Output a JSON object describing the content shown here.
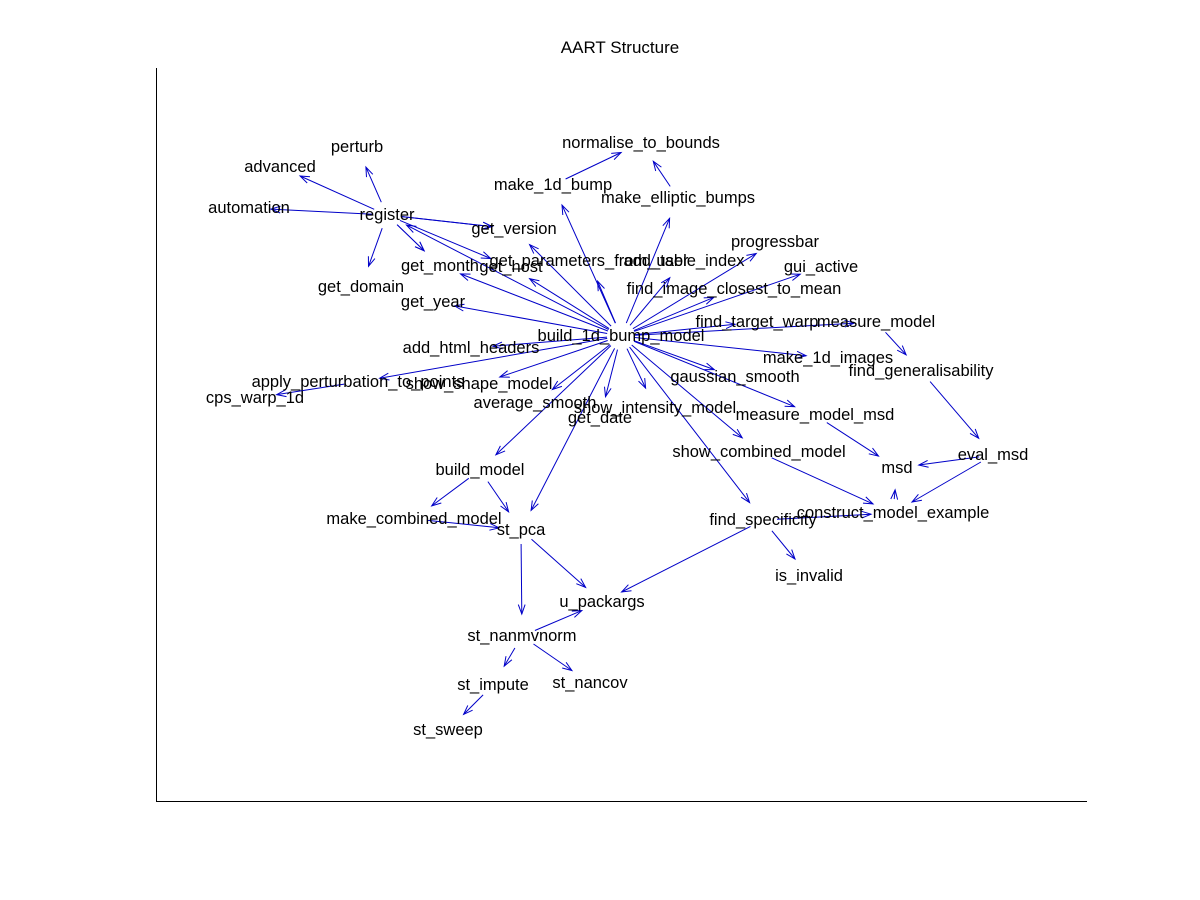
{
  "title": "AART Structure",
  "colors": {
    "edge": "#0000c8",
    "axis": "#000000",
    "text": "#000000",
    "background": "#ffffff"
  },
  "nodes": [
    {
      "id": "perturb",
      "label": "perturb"
    },
    {
      "id": "advanced",
      "label": "advanced"
    },
    {
      "id": "automation",
      "label": "automation"
    },
    {
      "id": "register",
      "label": "register"
    },
    {
      "id": "get_domain",
      "label": "get_domain"
    },
    {
      "id": "get_month",
      "label": "get_month"
    },
    {
      "id": "get_host",
      "label": "get_host"
    },
    {
      "id": "get_year",
      "label": "get_year"
    },
    {
      "id": "normalise_to_bounds",
      "label": "normalise_to_bounds"
    },
    {
      "id": "make_1d_bump",
      "label": "make_1d_bump"
    },
    {
      "id": "make_elliptic_bumps",
      "label": "make_elliptic_bumps"
    },
    {
      "id": "get_version",
      "label": "get_version"
    },
    {
      "id": "get_parameters_from_user",
      "label": "get_parameters_from_user"
    },
    {
      "id": "add_table_index",
      "label": "add_table_index"
    },
    {
      "id": "progressbar",
      "label": "progressbar"
    },
    {
      "id": "gui_active",
      "label": "gui_active"
    },
    {
      "id": "find_image_closest_to_mean",
      "label": "find_image_closest_to_mean"
    },
    {
      "id": "find_target_warp",
      "label": "find_target_warp"
    },
    {
      "id": "measure_model",
      "label": "measure_model"
    },
    {
      "id": "build_1d_bump_model",
      "label": "build_1d_bump_model"
    },
    {
      "id": "add_html_headers",
      "label": "add_html_headers"
    },
    {
      "id": "make_1d_images",
      "label": "make_1d_images"
    },
    {
      "id": "find_generalisability",
      "label": "find_generalisability"
    },
    {
      "id": "apply_perturbation_to_points",
      "label": "apply_perturbation_to_points"
    },
    {
      "id": "show_shape_model",
      "label": "show_shape_model"
    },
    {
      "id": "cps_warp_1d",
      "label": "cps_warp_1d"
    },
    {
      "id": "gaussian_smooth",
      "label": "gaussian_smooth"
    },
    {
      "id": "average_smooth",
      "label": "average_smooth"
    },
    {
      "id": "show_intensity_model",
      "label": "show_intensity_model"
    },
    {
      "id": "get_date",
      "label": "get_date"
    },
    {
      "id": "measure_model_msd",
      "label": "measure_model_msd"
    },
    {
      "id": "show_combined_model",
      "label": "show_combined_model"
    },
    {
      "id": "eval_msd",
      "label": "eval_msd"
    },
    {
      "id": "msd",
      "label": "msd"
    },
    {
      "id": "build_model",
      "label": "build_model"
    },
    {
      "id": "construct_model_example",
      "label": "construct_model_example"
    },
    {
      "id": "make_combined_model",
      "label": "make_combined_model"
    },
    {
      "id": "find_specificity",
      "label": "find_specificity"
    },
    {
      "id": "st_pca",
      "label": "st_pca"
    },
    {
      "id": "is_invalid",
      "label": "is_invalid"
    },
    {
      "id": "u_packargs",
      "label": "u_packargs"
    },
    {
      "id": "st_nanmvnorm",
      "label": "st_nanmvnorm"
    },
    {
      "id": "st_impute",
      "label": "st_impute"
    },
    {
      "id": "st_nancov",
      "label": "st_nancov"
    },
    {
      "id": "st_sweep",
      "label": "st_sweep"
    }
  ],
  "edges": [
    {
      "from": "register",
      "to": "perturb"
    },
    {
      "from": "register",
      "to": "advanced"
    },
    {
      "from": "register",
      "to": "automation"
    },
    {
      "from": "register",
      "to": "get_domain"
    },
    {
      "from": "register",
      "to": "get_month"
    },
    {
      "from": "register",
      "to": "get_host"
    },
    {
      "from": "register",
      "to": "get_version"
    },
    {
      "from": "register",
      "to": "get_version"
    },
    {
      "from": "register",
      "to": "get_month"
    },
    {
      "from": "build_1d_bump_model",
      "to": "make_1d_bump"
    },
    {
      "from": "build_1d_bump_model",
      "to": "make_elliptic_bumps"
    },
    {
      "from": "build_1d_bump_model",
      "to": "get_version"
    },
    {
      "from": "build_1d_bump_model",
      "to": "get_parameters_from_user"
    },
    {
      "from": "build_1d_bump_model",
      "to": "get_host"
    },
    {
      "from": "build_1d_bump_model",
      "to": "get_month"
    },
    {
      "from": "build_1d_bump_model",
      "to": "get_year"
    },
    {
      "from": "build_1d_bump_model",
      "to": "register"
    },
    {
      "from": "build_1d_bump_model",
      "to": "add_table_index"
    },
    {
      "from": "build_1d_bump_model",
      "to": "progressbar"
    },
    {
      "from": "build_1d_bump_model",
      "to": "gui_active"
    },
    {
      "from": "build_1d_bump_model",
      "to": "find_image_closest_to_mean"
    },
    {
      "from": "build_1d_bump_model",
      "to": "find_target_warp"
    },
    {
      "from": "build_1d_bump_model",
      "to": "measure_model"
    },
    {
      "from": "build_1d_bump_model",
      "to": "make_1d_images"
    },
    {
      "from": "build_1d_bump_model",
      "to": "add_html_headers"
    },
    {
      "from": "build_1d_bump_model",
      "to": "apply_perturbation_to_points"
    },
    {
      "from": "build_1d_bump_model",
      "to": "show_shape_model"
    },
    {
      "from": "build_1d_bump_model",
      "to": "average_smooth"
    },
    {
      "from": "build_1d_bump_model",
      "to": "get_date"
    },
    {
      "from": "build_1d_bump_model",
      "to": "show_intensity_model"
    },
    {
      "from": "build_1d_bump_model",
      "to": "gaussian_smooth"
    },
    {
      "from": "build_1d_bump_model",
      "to": "measure_model_msd"
    },
    {
      "from": "build_1d_bump_model",
      "to": "show_combined_model"
    },
    {
      "from": "build_1d_bump_model",
      "to": "find_specificity"
    },
    {
      "from": "build_1d_bump_model",
      "to": "build_model"
    },
    {
      "from": "build_1d_bump_model",
      "to": "st_pca"
    },
    {
      "from": "make_1d_bump",
      "to": "normalise_to_bounds"
    },
    {
      "from": "make_elliptic_bumps",
      "to": "normalise_to_bounds"
    },
    {
      "from": "measure_model",
      "to": "find_generalisability"
    },
    {
      "from": "apply_perturbation_to_points",
      "to": "cps_warp_1d"
    },
    {
      "from": "find_generalisability",
      "to": "eval_msd"
    },
    {
      "from": "measure_model_msd",
      "to": "msd"
    },
    {
      "from": "eval_msd",
      "to": "msd"
    },
    {
      "from": "eval_msd",
      "to": "construct_model_example"
    },
    {
      "from": "find_specificity",
      "to": "construct_model_example"
    },
    {
      "from": "show_combined_model",
      "to": "construct_model_example"
    },
    {
      "from": "construct_model_example",
      "to": "msd"
    },
    {
      "from": "build_model",
      "to": "make_combined_model"
    },
    {
      "from": "build_model",
      "to": "st_pca"
    },
    {
      "from": "make_combined_model",
      "to": "st_pca"
    },
    {
      "from": "find_specificity",
      "to": "is_invalid"
    },
    {
      "from": "find_specificity",
      "to": "u_packargs"
    },
    {
      "from": "st_pca",
      "to": "u_packargs"
    },
    {
      "from": "st_pca",
      "to": "st_nanmvnorm"
    },
    {
      "from": "st_nanmvnorm",
      "to": "u_packargs"
    },
    {
      "from": "st_nanmvnorm",
      "to": "st_impute"
    },
    {
      "from": "st_nanmvnorm",
      "to": "st_nancov"
    },
    {
      "from": "st_impute",
      "to": "st_sweep"
    }
  ]
}
